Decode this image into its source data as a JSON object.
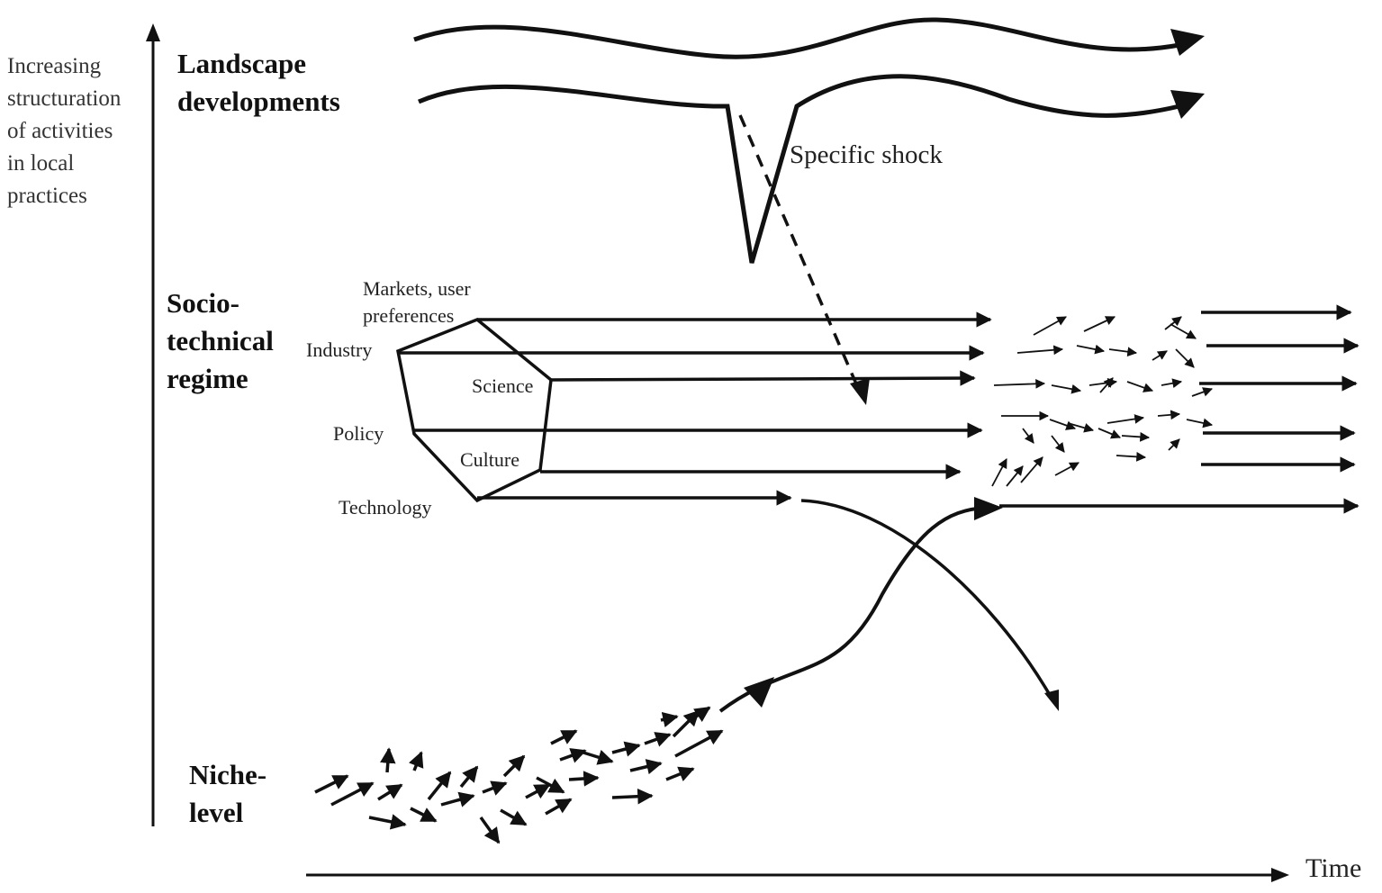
{
  "axes": {
    "y_label": "Increasing\nstructuration\nof activities\nin local\npractices",
    "x_label": "Time"
  },
  "levels": {
    "landscape": "Landscape\ndevelopments",
    "regime": "Socio-\ntechnical\nregime",
    "niche": "Niche-\nlevel"
  },
  "shock_label": "Specific shock",
  "regime_dimensions": {
    "markets": "Markets, user\npreferences",
    "industry": "Industry",
    "science": "Science",
    "policy": "Policy",
    "culture": "Culture",
    "technology": "Technology"
  },
  "colors": {
    "ink": "#111111",
    "label_gray": "#333333",
    "background": "#ffffff"
  }
}
